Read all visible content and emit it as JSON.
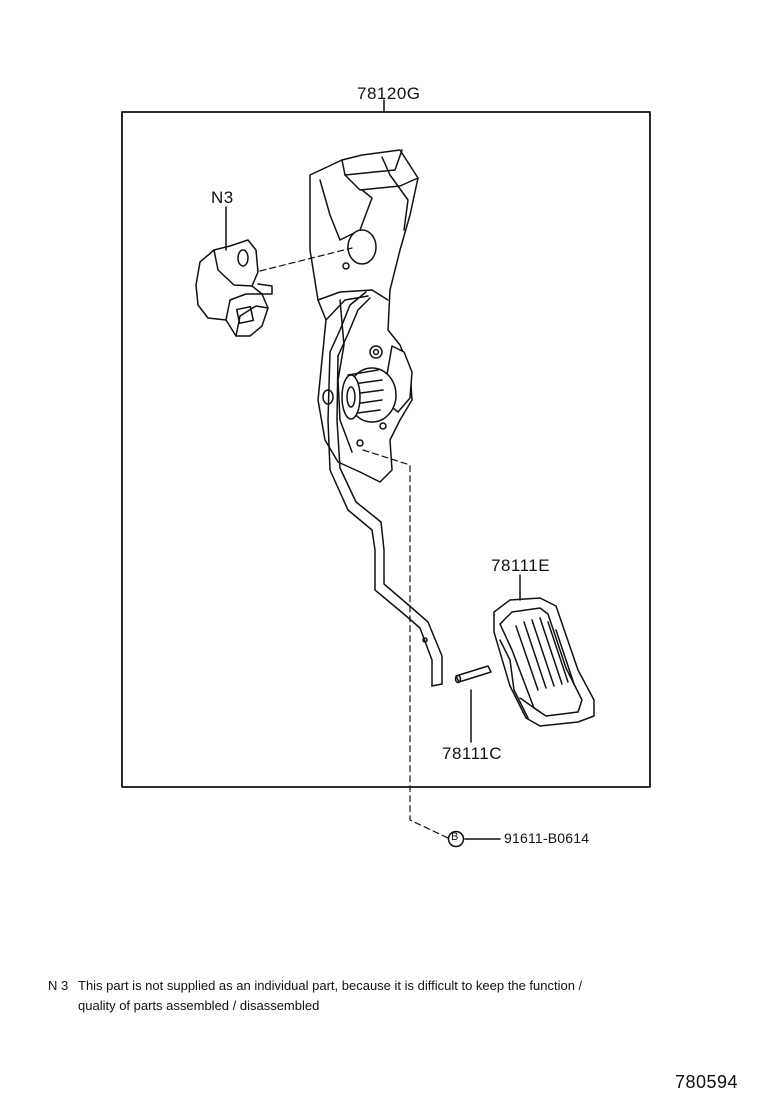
{
  "labels": {
    "assembly": "78120G",
    "sensor": "N3",
    "pad": "78111E",
    "pin": "78111C",
    "bolt_marker": "B",
    "bolt": "91611-B0614"
  },
  "note": {
    "code": "N 3",
    "line1": "This part is not supplied as an individual part, because it is difficult to keep the function /",
    "line2": "quality of parts assembled / disassembled"
  },
  "figure_id": "780594"
}
